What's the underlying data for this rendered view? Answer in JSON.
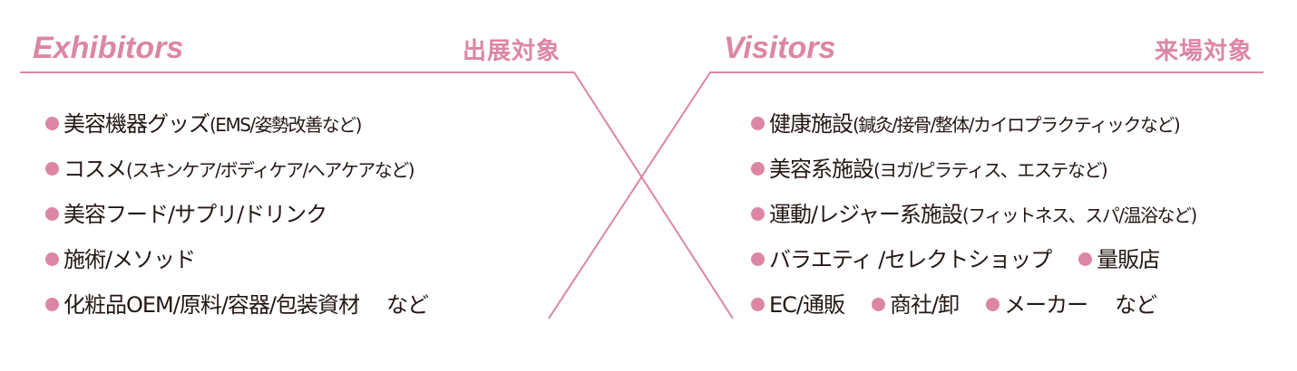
{
  "colors": {
    "accent": "#dc86a6",
    "text": "#231815"
  },
  "exhibitors": {
    "title": "Exhibitors",
    "jp_title": "出展対象",
    "items": [
      {
        "main": "美容機器グッズ",
        "note": "(EMS/姿勢改善など)"
      },
      {
        "main": "コスメ",
        "note": "(スキンケア/ボディケア/ヘアケアなど)"
      },
      {
        "main": "美容フード/サプリ/ドリンク"
      },
      {
        "main": "施術/メソッド"
      },
      {
        "main": "化粧品OEM/原料/容器/包装資材",
        "suffix": "など"
      }
    ]
  },
  "visitors": {
    "title": "Visitors",
    "jp_title": "来場対象",
    "items": [
      {
        "main": "健康施設",
        "note": "(鍼灸/接骨/整体/カイロプラクティックなど)"
      },
      {
        "main": "美容系施設",
        "note": "(ヨガ/ピラティス、エステなど)"
      },
      {
        "main": "運動/レジャー系施設",
        "note": "(フィットネス、スパ/温浴など)"
      },
      {
        "main": "バラエティ /セレクトショップ",
        "extra": [
          "量販店"
        ]
      },
      {
        "main": "EC/通販",
        "extra": [
          "商社/卸",
          "メーカー"
        ],
        "suffix": "など"
      }
    ]
  }
}
